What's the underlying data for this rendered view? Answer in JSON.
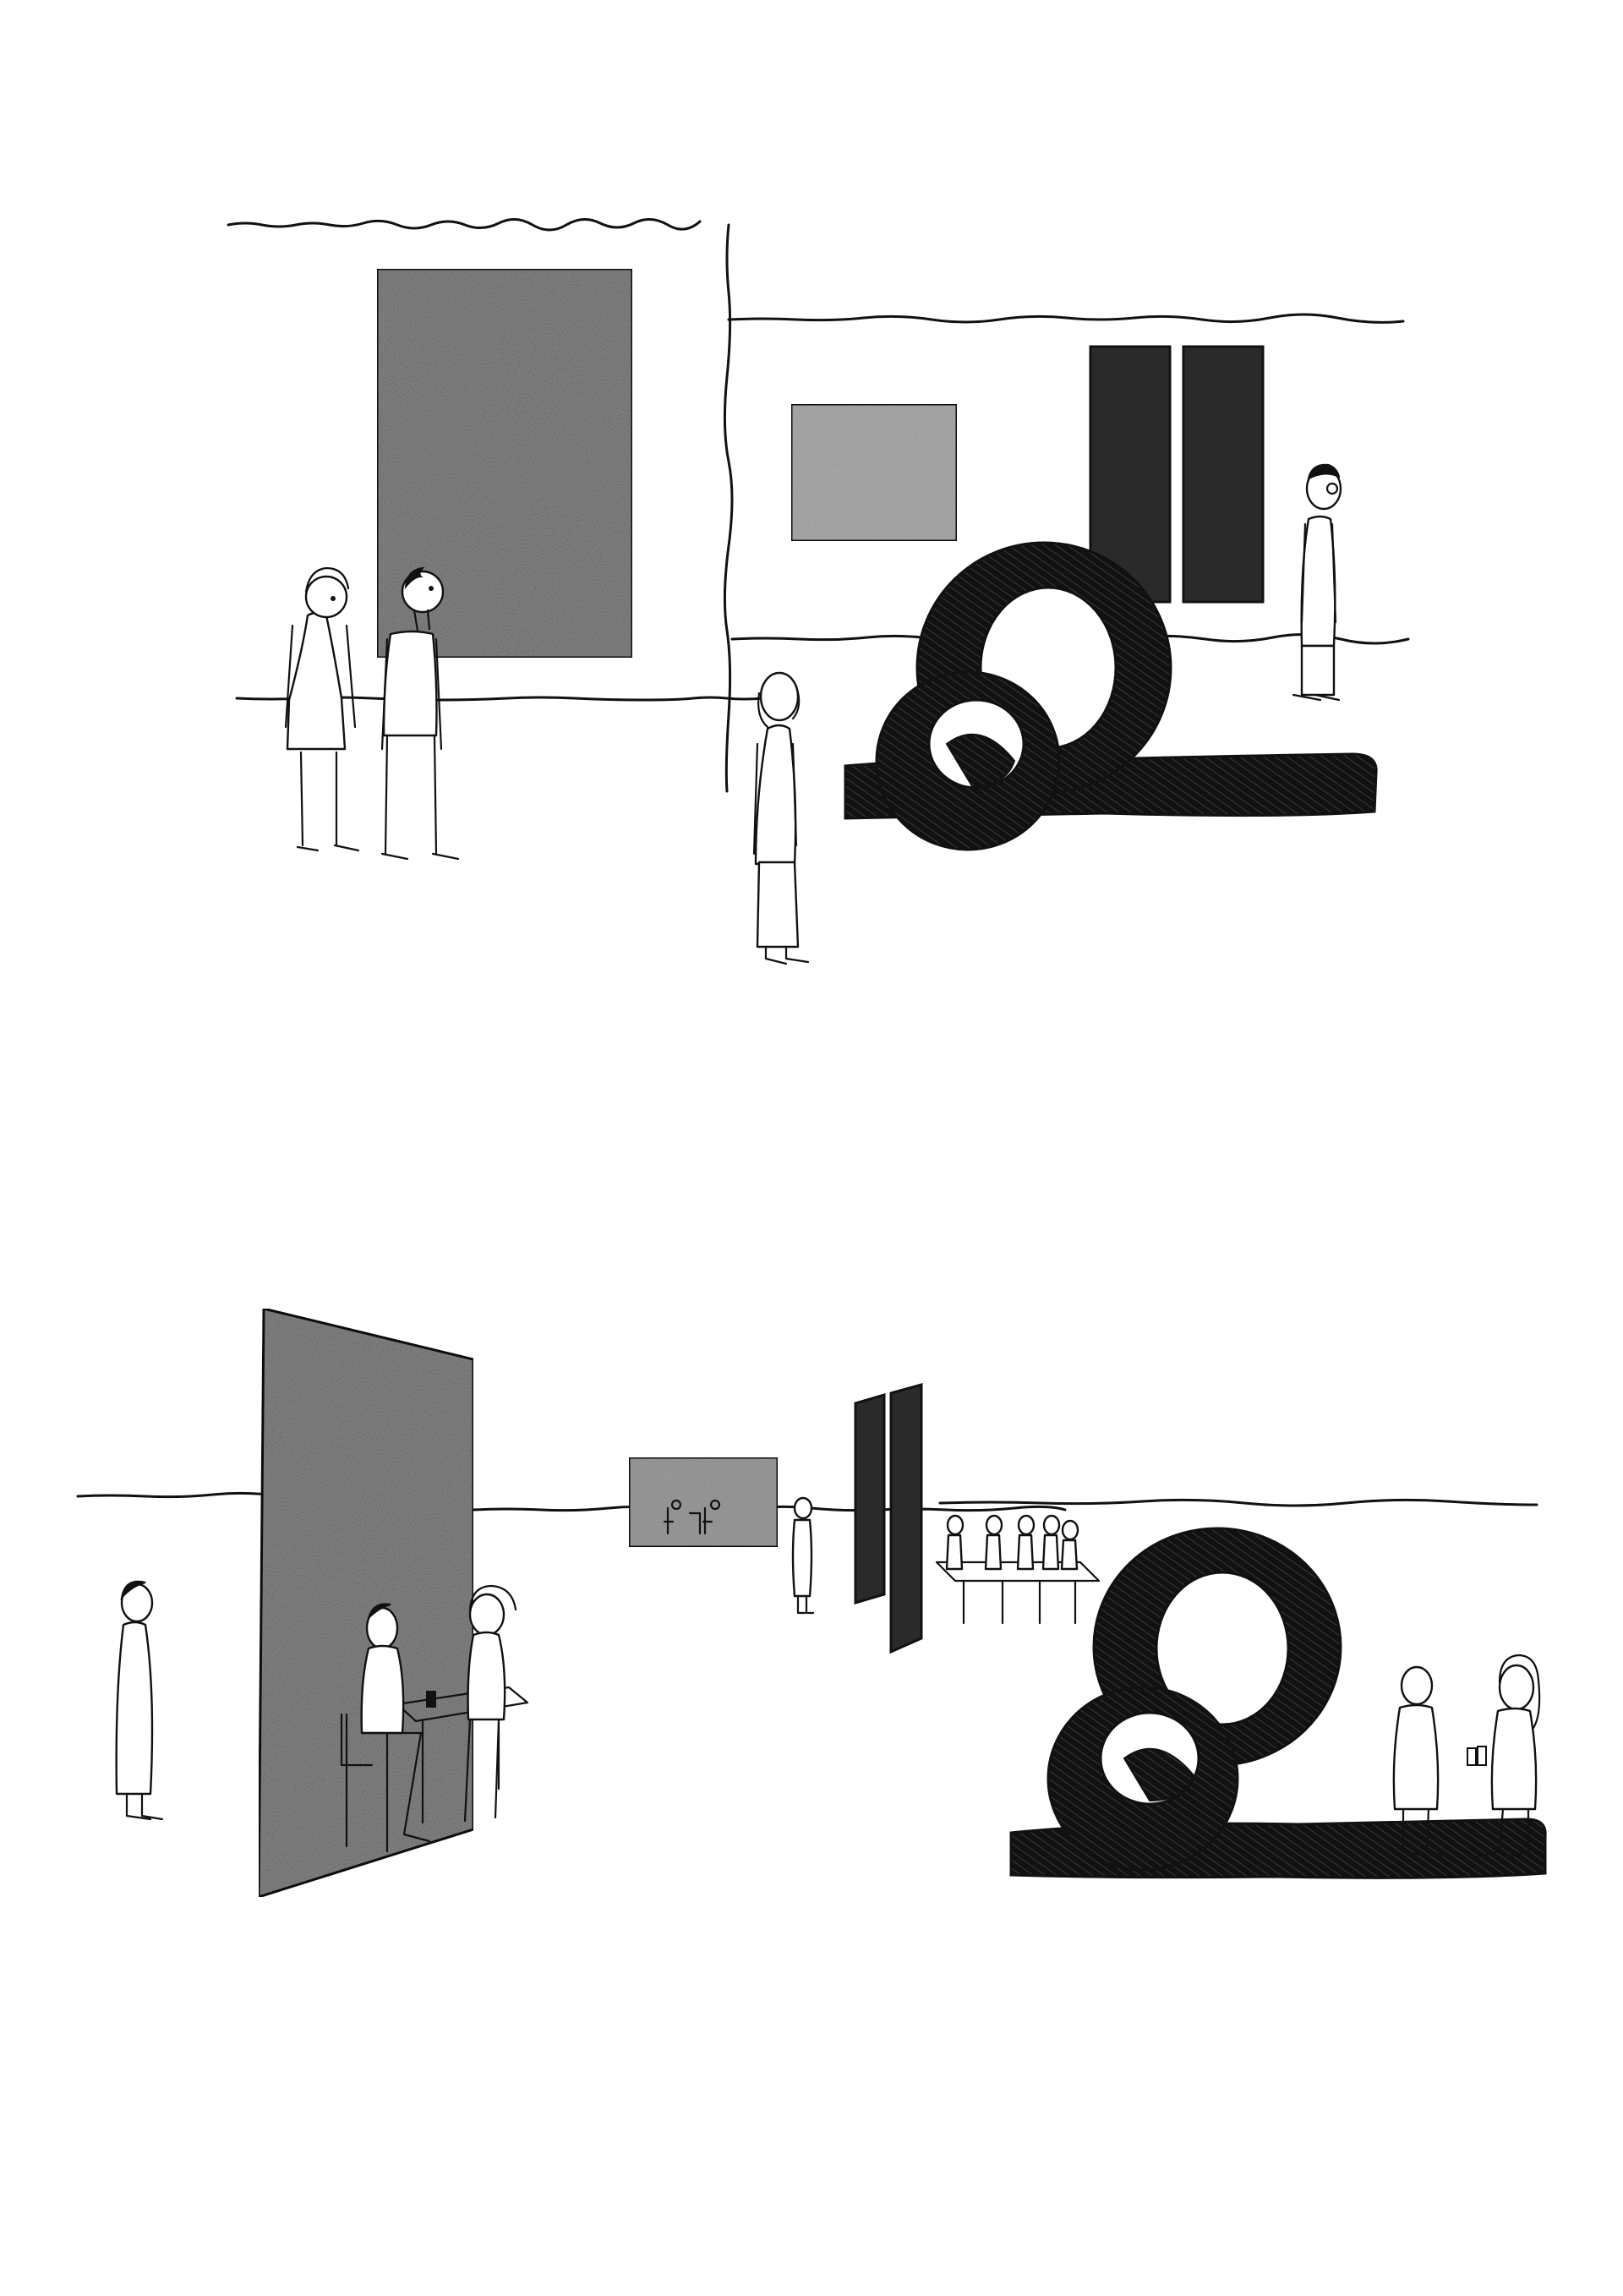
{
  "page": {
    "background": "#ffffff"
  },
  "palette": {
    "ink": "#111111",
    "paper": "#ffffff",
    "textured_grey": "#8a8a8a",
    "light_grey": "#b8b8b8",
    "dark_panel": "#2a2a2a",
    "sculpture": "#0f0f0f"
  },
  "panels": [
    {
      "scene": "gallery-viewing",
      "artworks": [
        "large-textured-grey-painting",
        "small-light-grey-painting",
        "dark-diptych-painting",
        "black-ring-sculpture"
      ],
      "figures": [
        "woman-curly-hair",
        "man-looking-up",
        "woman-long-hair",
        "man-with-glasses"
      ]
    },
    {
      "scene": "gallery-cafe",
      "artworks": [
        "textured-grey-panel",
        "small-grey-painting-with-figures",
        "dark-diptych-painting",
        "black-ring-sculpture"
      ],
      "figures": [
        "standing-man",
        "seated-man",
        "seated-woman",
        "distant-standing-figure",
        "bar-patrons",
        "seated-couple"
      ]
    }
  ],
  "icons": [
    "ink-drawing-illustration"
  ]
}
